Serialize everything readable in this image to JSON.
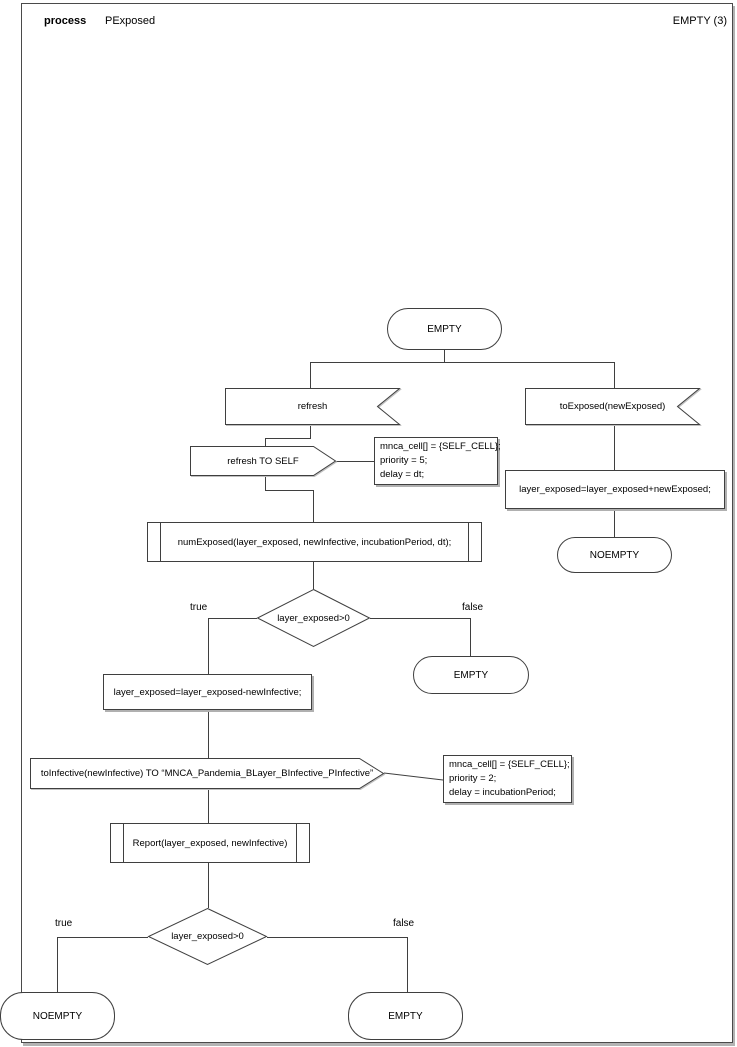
{
  "header": {
    "kind": "process",
    "process_name": "PExposed",
    "corner_label": "EMPTY (3)"
  },
  "colors": {
    "line": "#3f3f3f",
    "shadow": "#b0b0b0",
    "background": "#ffffff",
    "text": "#000000"
  },
  "nodes": {
    "start_state": "EMPTY",
    "input_refresh": "refresh",
    "input_toexposed": "toExposed(newExposed)",
    "output_refresh_self": "refresh TO SELF",
    "comment_refresh": {
      "lines": [
        "mnca_cell[] = {SELF_CELL};",
        "priority = 5;",
        "delay = dt;"
      ]
    },
    "assign_add": "layer_exposed=layer_exposed+newExposed;",
    "noempty_right": "NOEMPTY",
    "proc_numexposed": "numExposed(layer_exposed, newInfective, incubationPeriod, dt);",
    "decision1": {
      "condition": "layer_exposed>0",
      "true_label": "true",
      "false_label": "false"
    },
    "empty_false": "EMPTY",
    "assign_sub": "layer_exposed=layer_exposed-newInfective;",
    "output_toinfective": "toInfective(newInfective) TO “MNCA_Pandemia_BLayer_BInfective_PInfective”",
    "comment_toinfective": {
      "lines": [
        "mnca_cell[] = {SELF_CELL};",
        "priority = 2;",
        "delay = incubationPeriod;"
      ]
    },
    "proc_report": "Report(layer_exposed, newInfective)",
    "decision2": {
      "condition": "layer_exposed>0",
      "true_label": "true",
      "false_label": "false"
    },
    "noempty_bottom": "NOEMPTY",
    "empty_bottom": "EMPTY"
  }
}
